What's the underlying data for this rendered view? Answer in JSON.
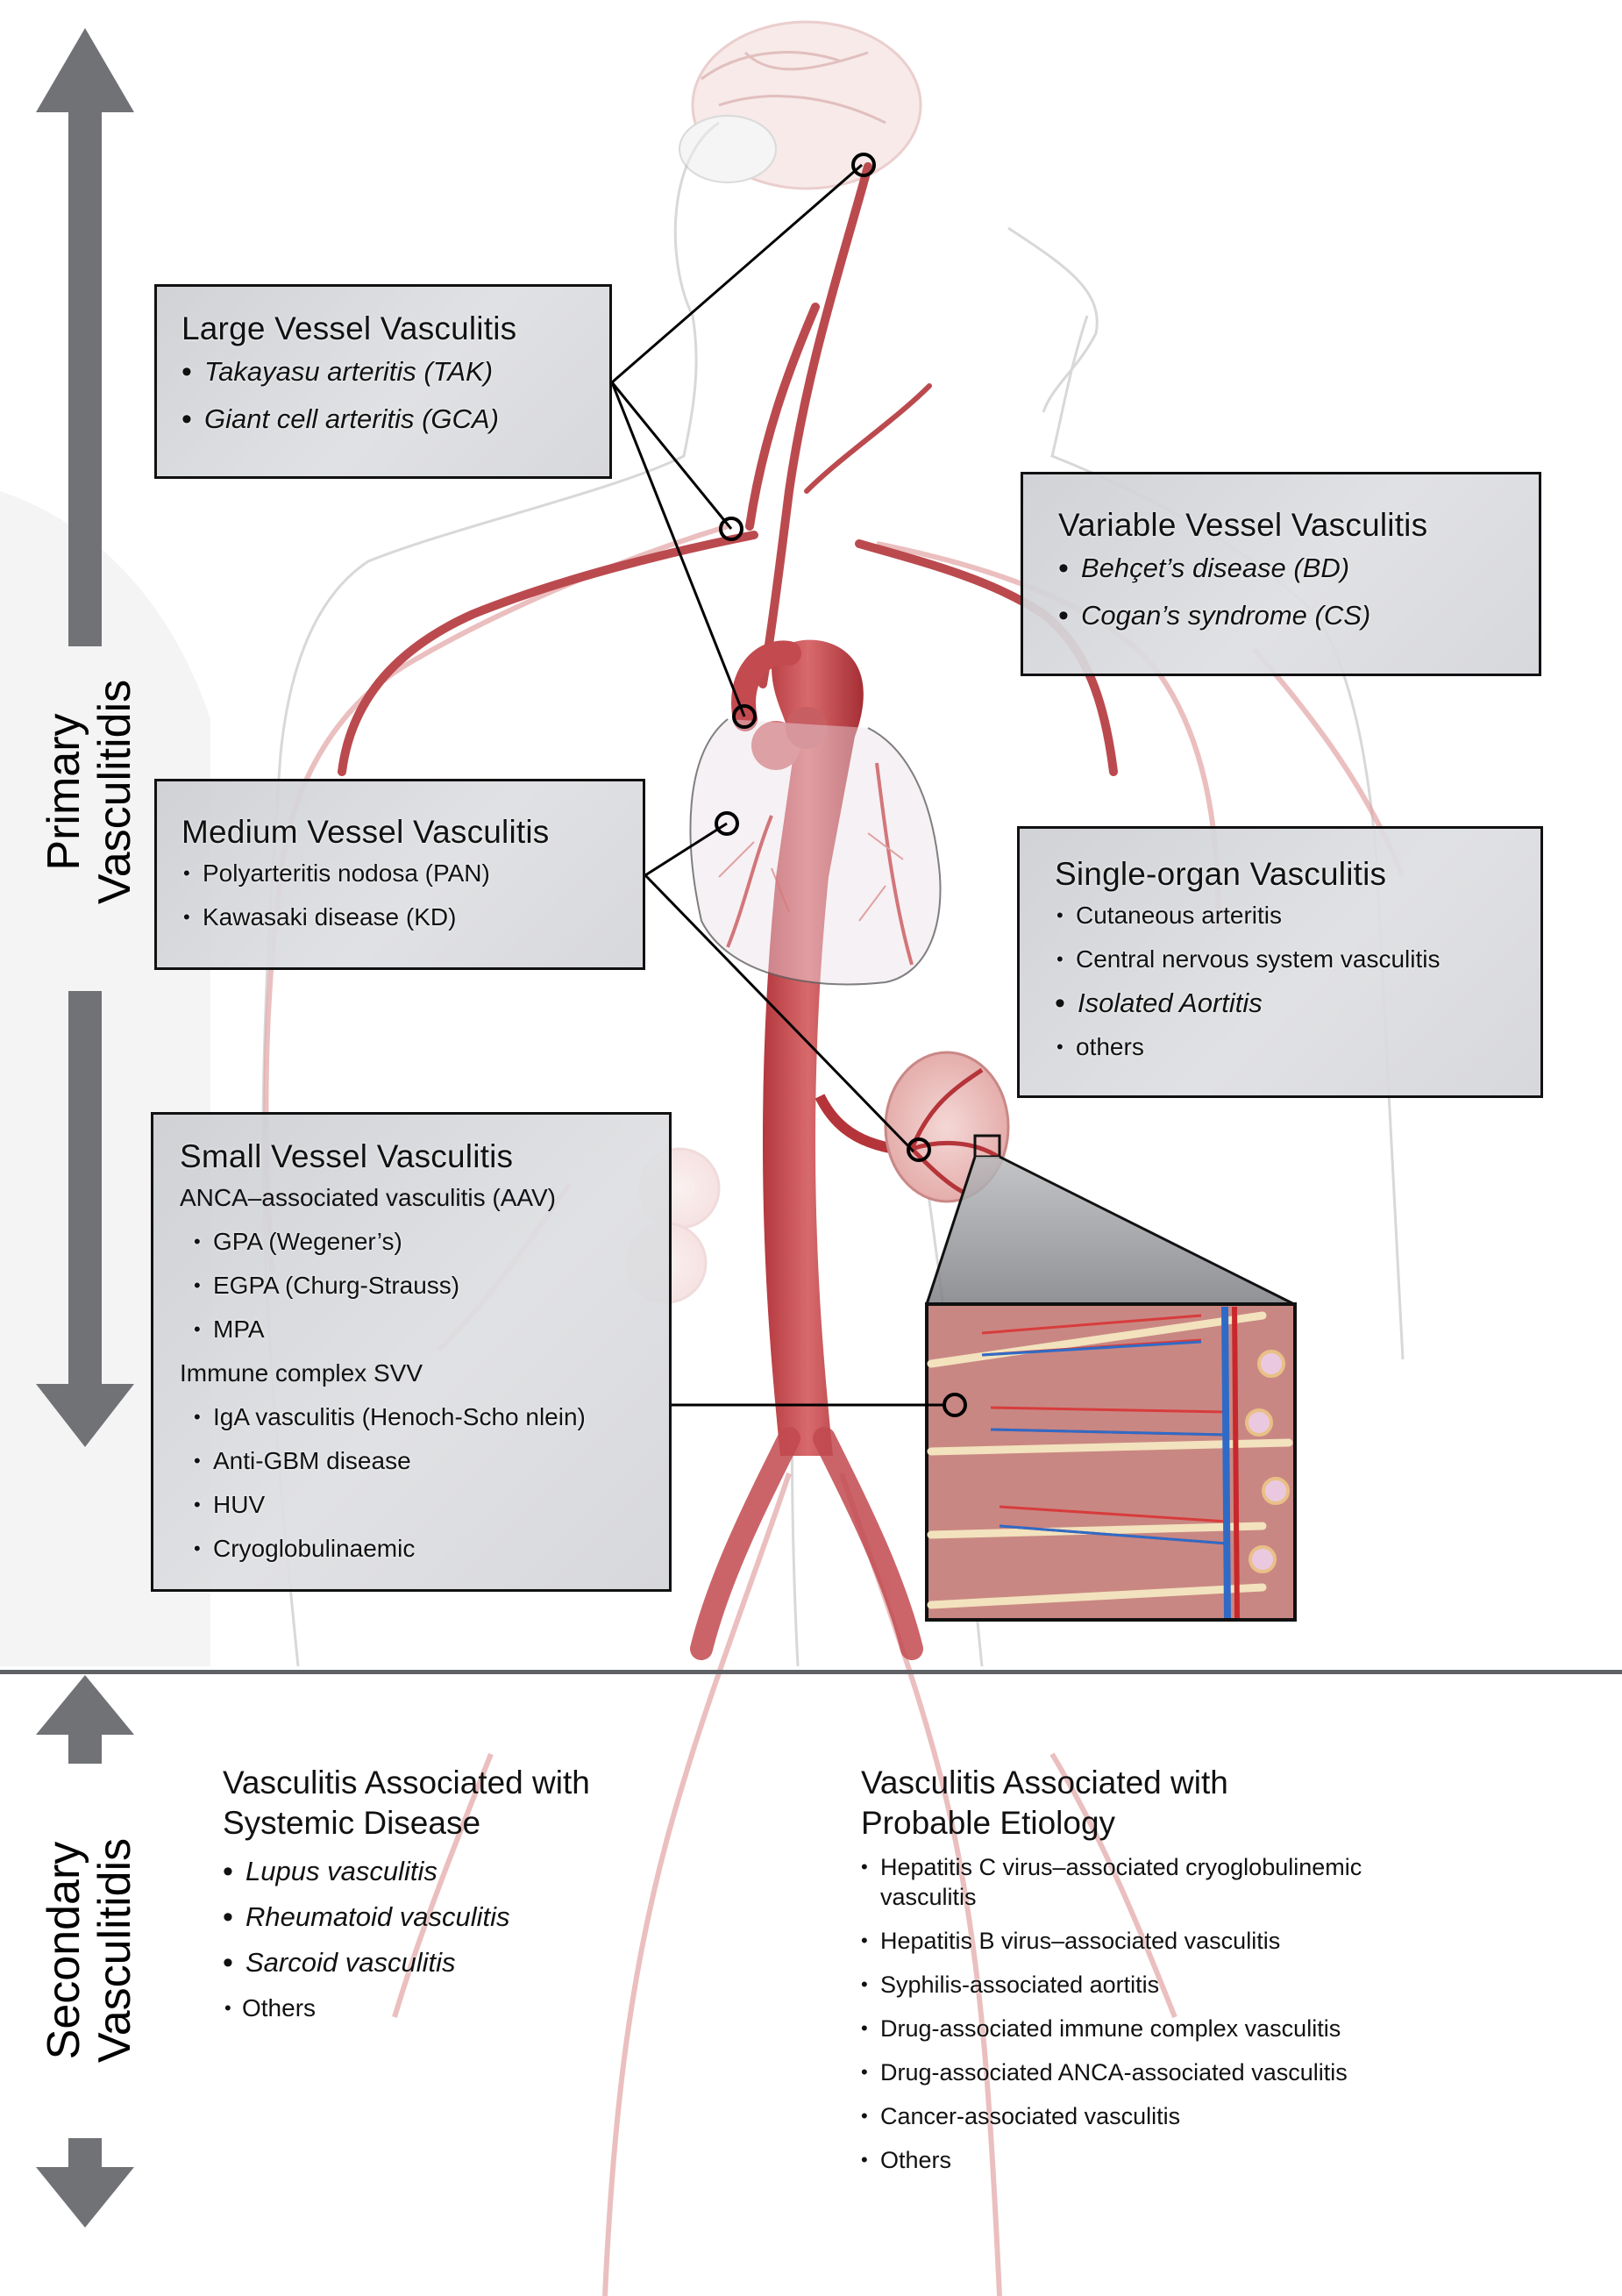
{
  "figure": {
    "colors": {
      "arrow_gray": "#707276",
      "divider_gray": "#5f6165",
      "box_fill": "#d6d7da",
      "box_border": "#111111",
      "artery_red": "#b5343a",
      "artery_light": "#e7b3b3"
    },
    "axis_labels": {
      "primary": {
        "line1": "Primary",
        "line2": "Vasculitidis"
      },
      "secondary": {
        "line1": "Secondary",
        "line2": "Vasculitidis"
      }
    },
    "primary": {
      "large_vessel": {
        "title": "Large Vessel Vasculitis",
        "items": [
          "Takayasu arteritis (TAK)",
          "Giant cell arteritis (GCA)"
        ]
      },
      "variable_vessel": {
        "title": "Variable Vessel Vasculitis",
        "items": [
          "Behçet’s disease (BD)",
          "Cogan’s syndrome (CS)"
        ]
      },
      "medium_vessel": {
        "title": "Medium Vessel Vasculitis",
        "items": [
          "Polyarteritis nodosa (PAN)",
          "Kawasaki disease (KD)"
        ]
      },
      "single_organ": {
        "title": "Single-organ Vasculitis",
        "items": [
          {
            "text": "Cutaneous arteritis",
            "emphasis": false
          },
          {
            "text": "Central nervous system vasculitis",
            "emphasis": false
          },
          {
            "text": "Isolated Aortitis",
            "emphasis": true
          },
          {
            "text": "others",
            "emphasis": false
          }
        ]
      },
      "small_vessel": {
        "title": "Small Vessel Vasculitis",
        "groups": [
          {
            "heading": "ANCA–associated vasculitis (AAV)",
            "items": [
              "GPA (Wegener’s)",
              "EGPA (Churg-Strauss)",
              "MPA"
            ]
          },
          {
            "heading": "Immune complex SVV",
            "items": [
              "IgA vasculitis (Henoch-Scho nlein)",
              "Anti-GBM disease",
              "HUV",
              "Cryoglobulinaemic"
            ]
          }
        ]
      }
    },
    "secondary": {
      "systemic": {
        "title_line1": "Vasculitis Associated with",
        "title_line2": "Systemic Disease",
        "items": [
          {
            "text": "Lupus vasculitis",
            "emphasis": true
          },
          {
            "text": "Rheumatoid vasculitis",
            "emphasis": true
          },
          {
            "text": "Sarcoid vasculitis",
            "emphasis": true
          },
          {
            "text": "Others",
            "emphasis": false
          }
        ]
      },
      "etiology": {
        "title_line1": "Vasculitis Associated with",
        "title_line2": "Probable Etiology",
        "items": [
          "Hepatitis C virus–associated cryoglobulinemic vasculitis",
          "Hepatitis B virus–associated vasculitis",
          "Syphilis-associated aortitis",
          "Drug-associated immune complex vasculitis",
          "Drug-associated ANCA-associated vasculitis",
          "Cancer-associated vasculitis",
          "Others"
        ]
      }
    }
  }
}
